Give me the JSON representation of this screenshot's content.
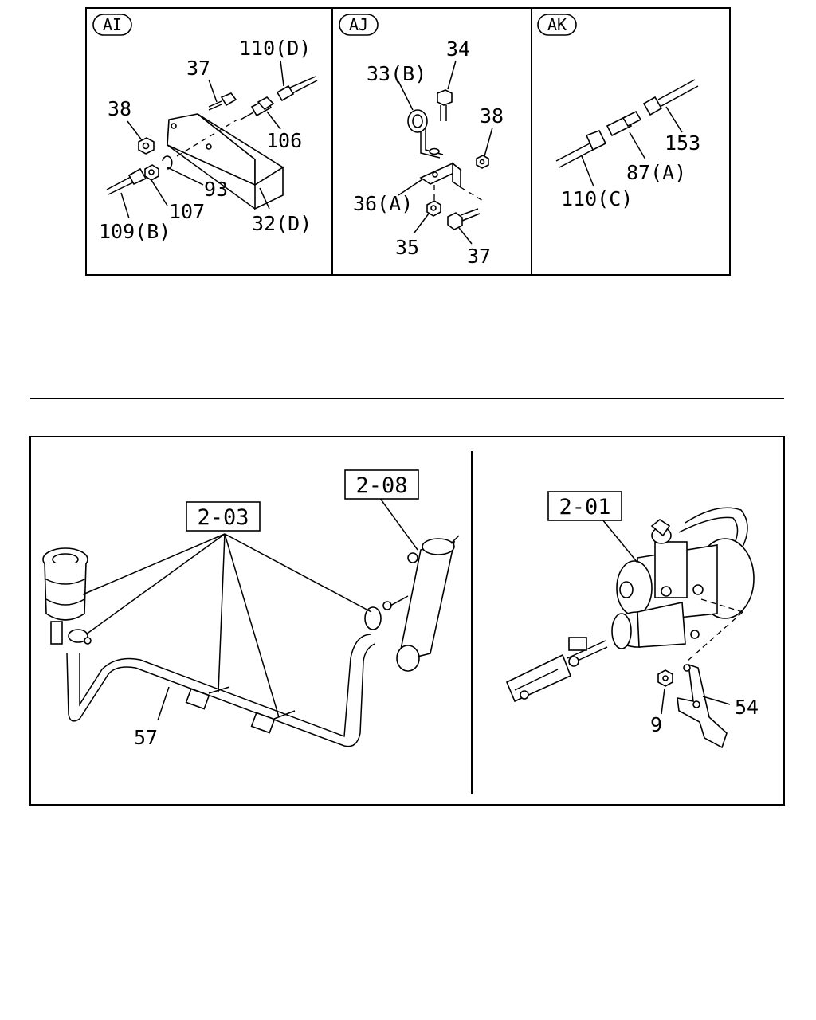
{
  "top_panels": {
    "ai": {
      "tag": "AI",
      "labels": {
        "p110d": "110(D)",
        "p37": "37",
        "p38": "38",
        "p106": "106",
        "p93": "93",
        "p107": "107",
        "p109b": "109(B)",
        "p32d": "32(D)"
      }
    },
    "aj": {
      "tag": "AJ",
      "labels": {
        "p34": "34",
        "p33b": "33(B)",
        "p38": "38",
        "p36a": "36(A)",
        "p35": "35",
        "p37": "37"
      }
    },
    "ak": {
      "tag": "AK",
      "labels": {
        "p153": "153",
        "p87a": "87(A)",
        "p110c": "110(C)"
      }
    }
  },
  "bottom_panel": {
    "left": {
      "ref_203": "2-03",
      "ref_208": "2-08",
      "p57": "57"
    },
    "right": {
      "ref_201": "2-01",
      "p54": "54",
      "p9": "9"
    }
  }
}
